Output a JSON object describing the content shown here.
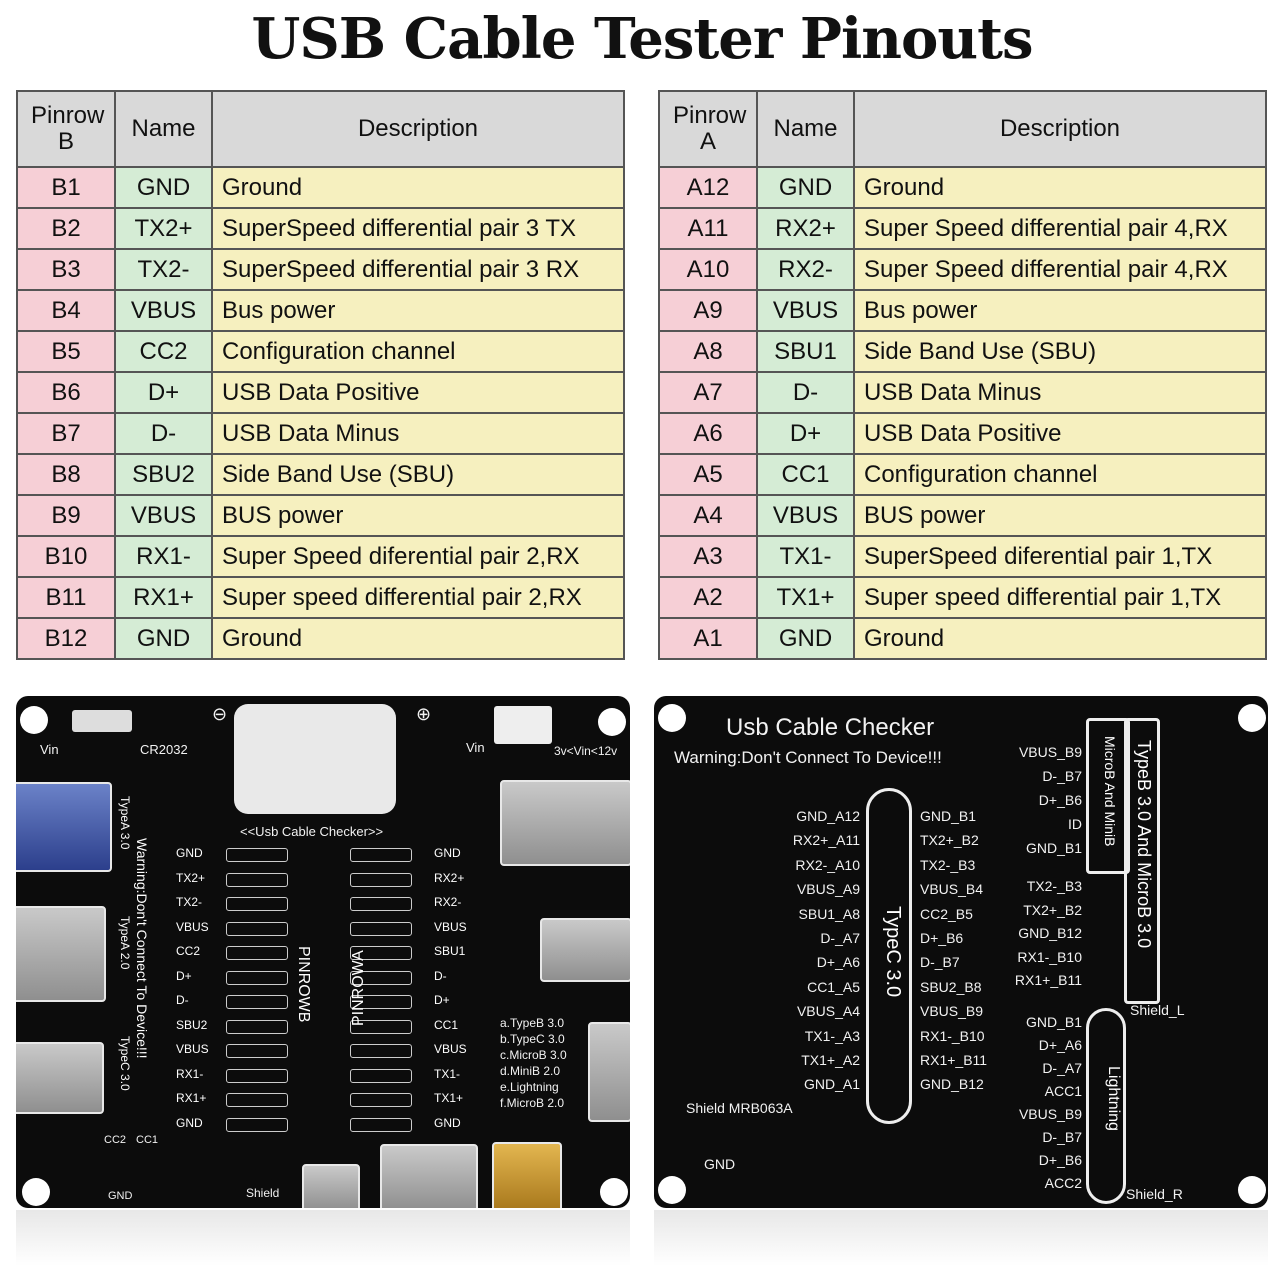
{
  "title": "USB Cable Tester Pinouts",
  "table_b": {
    "headers": [
      "Pinrow B",
      "Name",
      "Description"
    ],
    "rows": [
      [
        "B1",
        "GND",
        "Ground"
      ],
      [
        "B2",
        "TX2+",
        "SuperSpeed differential pair 3 TX"
      ],
      [
        "B3",
        "TX2-",
        "SuperSpeed differential pair 3 RX"
      ],
      [
        "B4",
        "VBUS",
        "Bus power"
      ],
      [
        "B5",
        "CC2",
        "Configuration channel"
      ],
      [
        "B6",
        "D+",
        "USB Data Positive"
      ],
      [
        "B7",
        "D-",
        "USB Data Minus"
      ],
      [
        "B8",
        "SBU2",
        "Side Band Use (SBU)"
      ],
      [
        "B9",
        "VBUS",
        "BUS power"
      ],
      [
        "B10",
        "RX1-",
        "Super Speed diferential pair 2,RX"
      ],
      [
        "B11",
        "RX1+",
        "Super speed differential pair 2,RX"
      ],
      [
        "B12",
        "GND",
        "Ground"
      ]
    ]
  },
  "table_a": {
    "headers": [
      "Pinrow A",
      "Name",
      "Description"
    ],
    "rows": [
      [
        "A12",
        "GND",
        "Ground"
      ],
      [
        "A11",
        "RX2+",
        "Super Speed differential pair 4,RX"
      ],
      [
        "A10",
        "RX2-",
        "Super Speed differential pair 4,RX"
      ],
      [
        "A9",
        "VBUS",
        "Bus power"
      ],
      [
        "A8",
        "SBU1",
        "Side Band Use (SBU)"
      ],
      [
        "A7",
        "D-",
        "USB Data Minus"
      ],
      [
        "A6",
        "D+",
        "USB Data Positive"
      ],
      [
        "A5",
        "CC1",
        "Configuration channel"
      ],
      [
        "A4",
        "VBUS",
        "BUS power"
      ],
      [
        "A3",
        "TX1-",
        "SuperSpeed diferential pair 1,TX"
      ],
      [
        "A2",
        "TX1+",
        "Super speed differential pair 1,TX"
      ],
      [
        "A1",
        "GND",
        "Ground"
      ]
    ]
  },
  "left_board": {
    "cr2032": "CR2032",
    "vin_left": "Vin",
    "vin_right": "Vin",
    "vin_range": "3v<Vin<12v",
    "checker_label": "<<Usb Cable Checker>>",
    "warning": "Warning:Don't Connect To Device!!!",
    "typea30": "TypeA 3.0",
    "typea20": "TypeA 2.0",
    "typec30": "TypeC 3.0",
    "pinrow_b": "PINROWB",
    "pinrow_a": "PINROWA",
    "left_pins": [
      "GND",
      "TX2+",
      "TX2-",
      "VBUS",
      "CC2",
      "D+",
      "D-",
      "SBU2",
      "VBUS",
      "RX1-",
      "RX1+",
      "GND"
    ],
    "right_pins": [
      "GND",
      "RX2+",
      "RX2-",
      "VBUS",
      "SBU1",
      "D-",
      "D+",
      "CC1",
      "VBUS",
      "TX1-",
      "TX1+",
      "GND"
    ],
    "legend": [
      "a.TypeB 3.0",
      "b.TypeC 3.0",
      "c.MicroB 3.0",
      "d.MiniB 2.0",
      "e.Lightning",
      "f.MicroB 2.0"
    ],
    "gnd": "GND",
    "shield": "Shield",
    "cc2": "CC2",
    "cc1": "CC1"
  },
  "right_board": {
    "title": "Usb Cable Checker",
    "warning": "Warning:Don't Connect To Device!!!",
    "typec_label": "TypeC 3.0",
    "typeb_label": "TypeB 3.0 And MicroB 3.0",
    "microb_label": "MicroB And MiniB",
    "lightning_label": "Lightning",
    "left_col": [
      "GND_A12",
      "RX2+_A11",
      "RX2-_A10",
      "VBUS_A9",
      "SBU1_A8",
      "D-_A7",
      "D+_A6",
      "CC1_A5",
      "VBUS_A4",
      "TX1-_A3",
      "TX1+_A2",
      "GND_A1"
    ],
    "right_col": [
      "GND_B1",
      "TX2+_B2",
      "TX2-_B3",
      "VBUS_B4",
      "CC2_B5",
      "D+_B6",
      "D-_B7",
      "SBU2_B8",
      "VBUS_B9",
      "RX1-_B10",
      "RX1+_B11",
      "GND_B12"
    ],
    "microb_col": [
      "VBUS_B9",
      "D-_B7",
      "D+_B6",
      "ID",
      "GND_B1"
    ],
    "typeb_col": [
      "TX2-_B3",
      "TX2+_B2",
      "GND_B12",
      "RX1-_B10",
      "RX1+_B11"
    ],
    "lightning_col": [
      "GND_B1",
      "D+_A6",
      "D-_A7",
      "ACC1",
      "VBUS_B9",
      "D-_B7",
      "D+_B6",
      "ACC2"
    ],
    "shield_l": "Shield_L",
    "shield_r": "Shield_R",
    "shield_mrb": "Shield  MRB063A",
    "gnd": "GND"
  }
}
